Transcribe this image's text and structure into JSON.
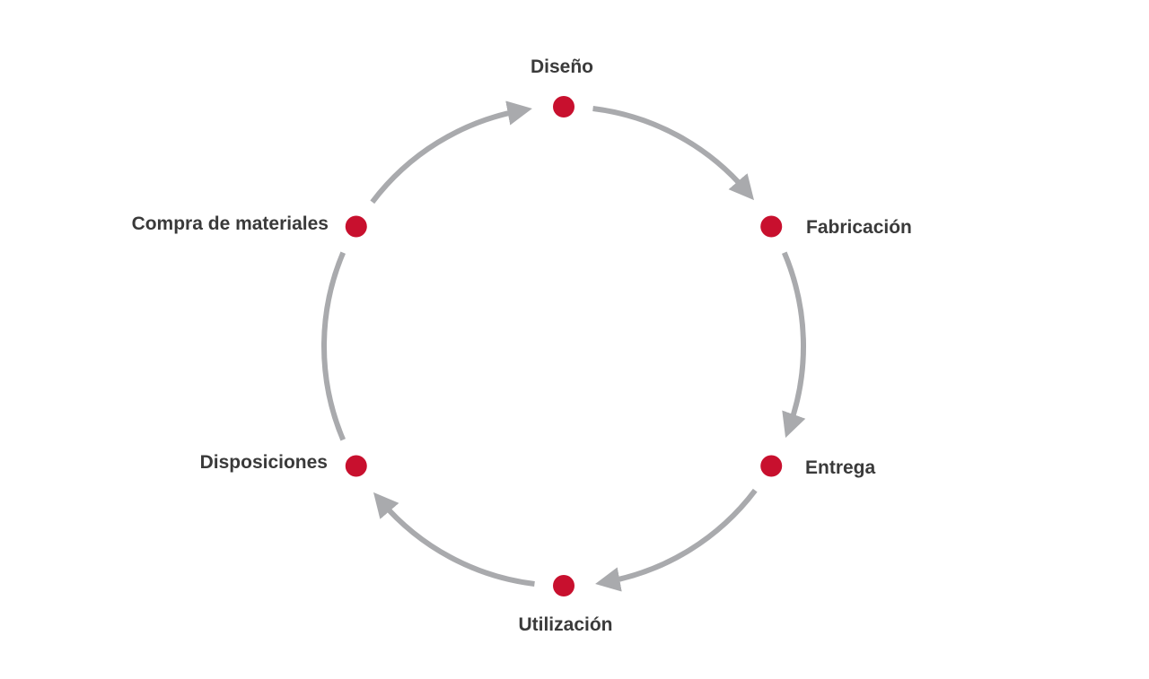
{
  "colors": {
    "node": "#c8102e",
    "arrow": "#a9aaad",
    "label": "#3a3a3a",
    "background": "#ffffff"
  },
  "stages": [
    {
      "label": "Diseño"
    },
    {
      "label": "Fabricación"
    },
    {
      "label": "Entrega"
    },
    {
      "label": "Utilización"
    },
    {
      "label": "Disposiciones"
    },
    {
      "label": "Compra de materiales"
    }
  ],
  "arrows": [
    {
      "from": "Diseño",
      "to": "Fabricación",
      "arrowhead": true
    },
    {
      "from": "Fabricación",
      "to": "Entrega",
      "arrowhead": true
    },
    {
      "from": "Entrega",
      "to": "Utilización",
      "arrowhead": true
    },
    {
      "from": "Utilización",
      "to": "Disposiciones",
      "arrowhead": true
    },
    {
      "from": "Disposiciones",
      "to": "Compra de materiales",
      "arrowhead": false
    },
    {
      "from": "Compra de materiales",
      "to": "Diseño",
      "arrowhead": true
    }
  ]
}
